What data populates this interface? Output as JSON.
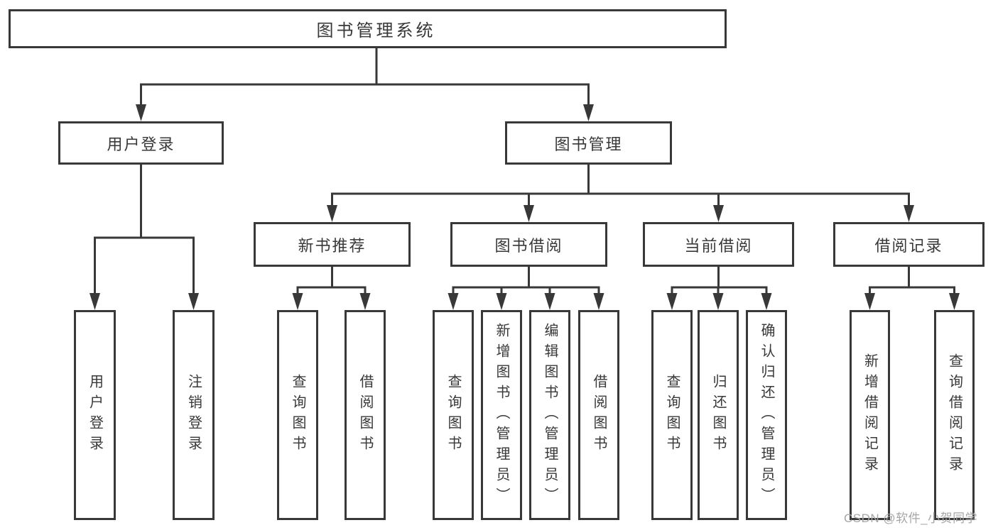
{
  "diagram": {
    "tree": {
      "label": "图书管理系统",
      "children": [
        {
          "label": "用户登录",
          "children": [
            {
              "label": "用户登录"
            },
            {
              "label": "注销登录"
            }
          ]
        },
        {
          "label": "图书管理",
          "children": [
            {
              "label": "新书推荐",
              "children": [
                {
                  "label": "查询图书"
                },
                {
                  "label": "借阅图书"
                }
              ]
            },
            {
              "label": "图书借阅",
              "children": [
                {
                  "label": "查询图书"
                },
                {
                  "label": "新增图书（管理员）"
                },
                {
                  "label": "编辑图书（管理员）"
                },
                {
                  "label": "借阅图书"
                }
              ]
            },
            {
              "label": "当前借阅",
              "children": [
                {
                  "label": "查询图书"
                },
                {
                  "label": "归还图书"
                },
                {
                  "label": "确认归还（管理员）"
                }
              ]
            },
            {
              "label": "借阅记录",
              "children": [
                {
                  "label": "新增借阅记录"
                },
                {
                  "label": "查询借阅记录"
                }
              ]
            }
          ]
        }
      ]
    },
    "watermark": "CSDN @软件_小贺同学",
    "colors": {
      "line": "#383838",
      "text": "#383838",
      "watermark_text": "#a6a6a6",
      "background": "#ffffff"
    }
  }
}
